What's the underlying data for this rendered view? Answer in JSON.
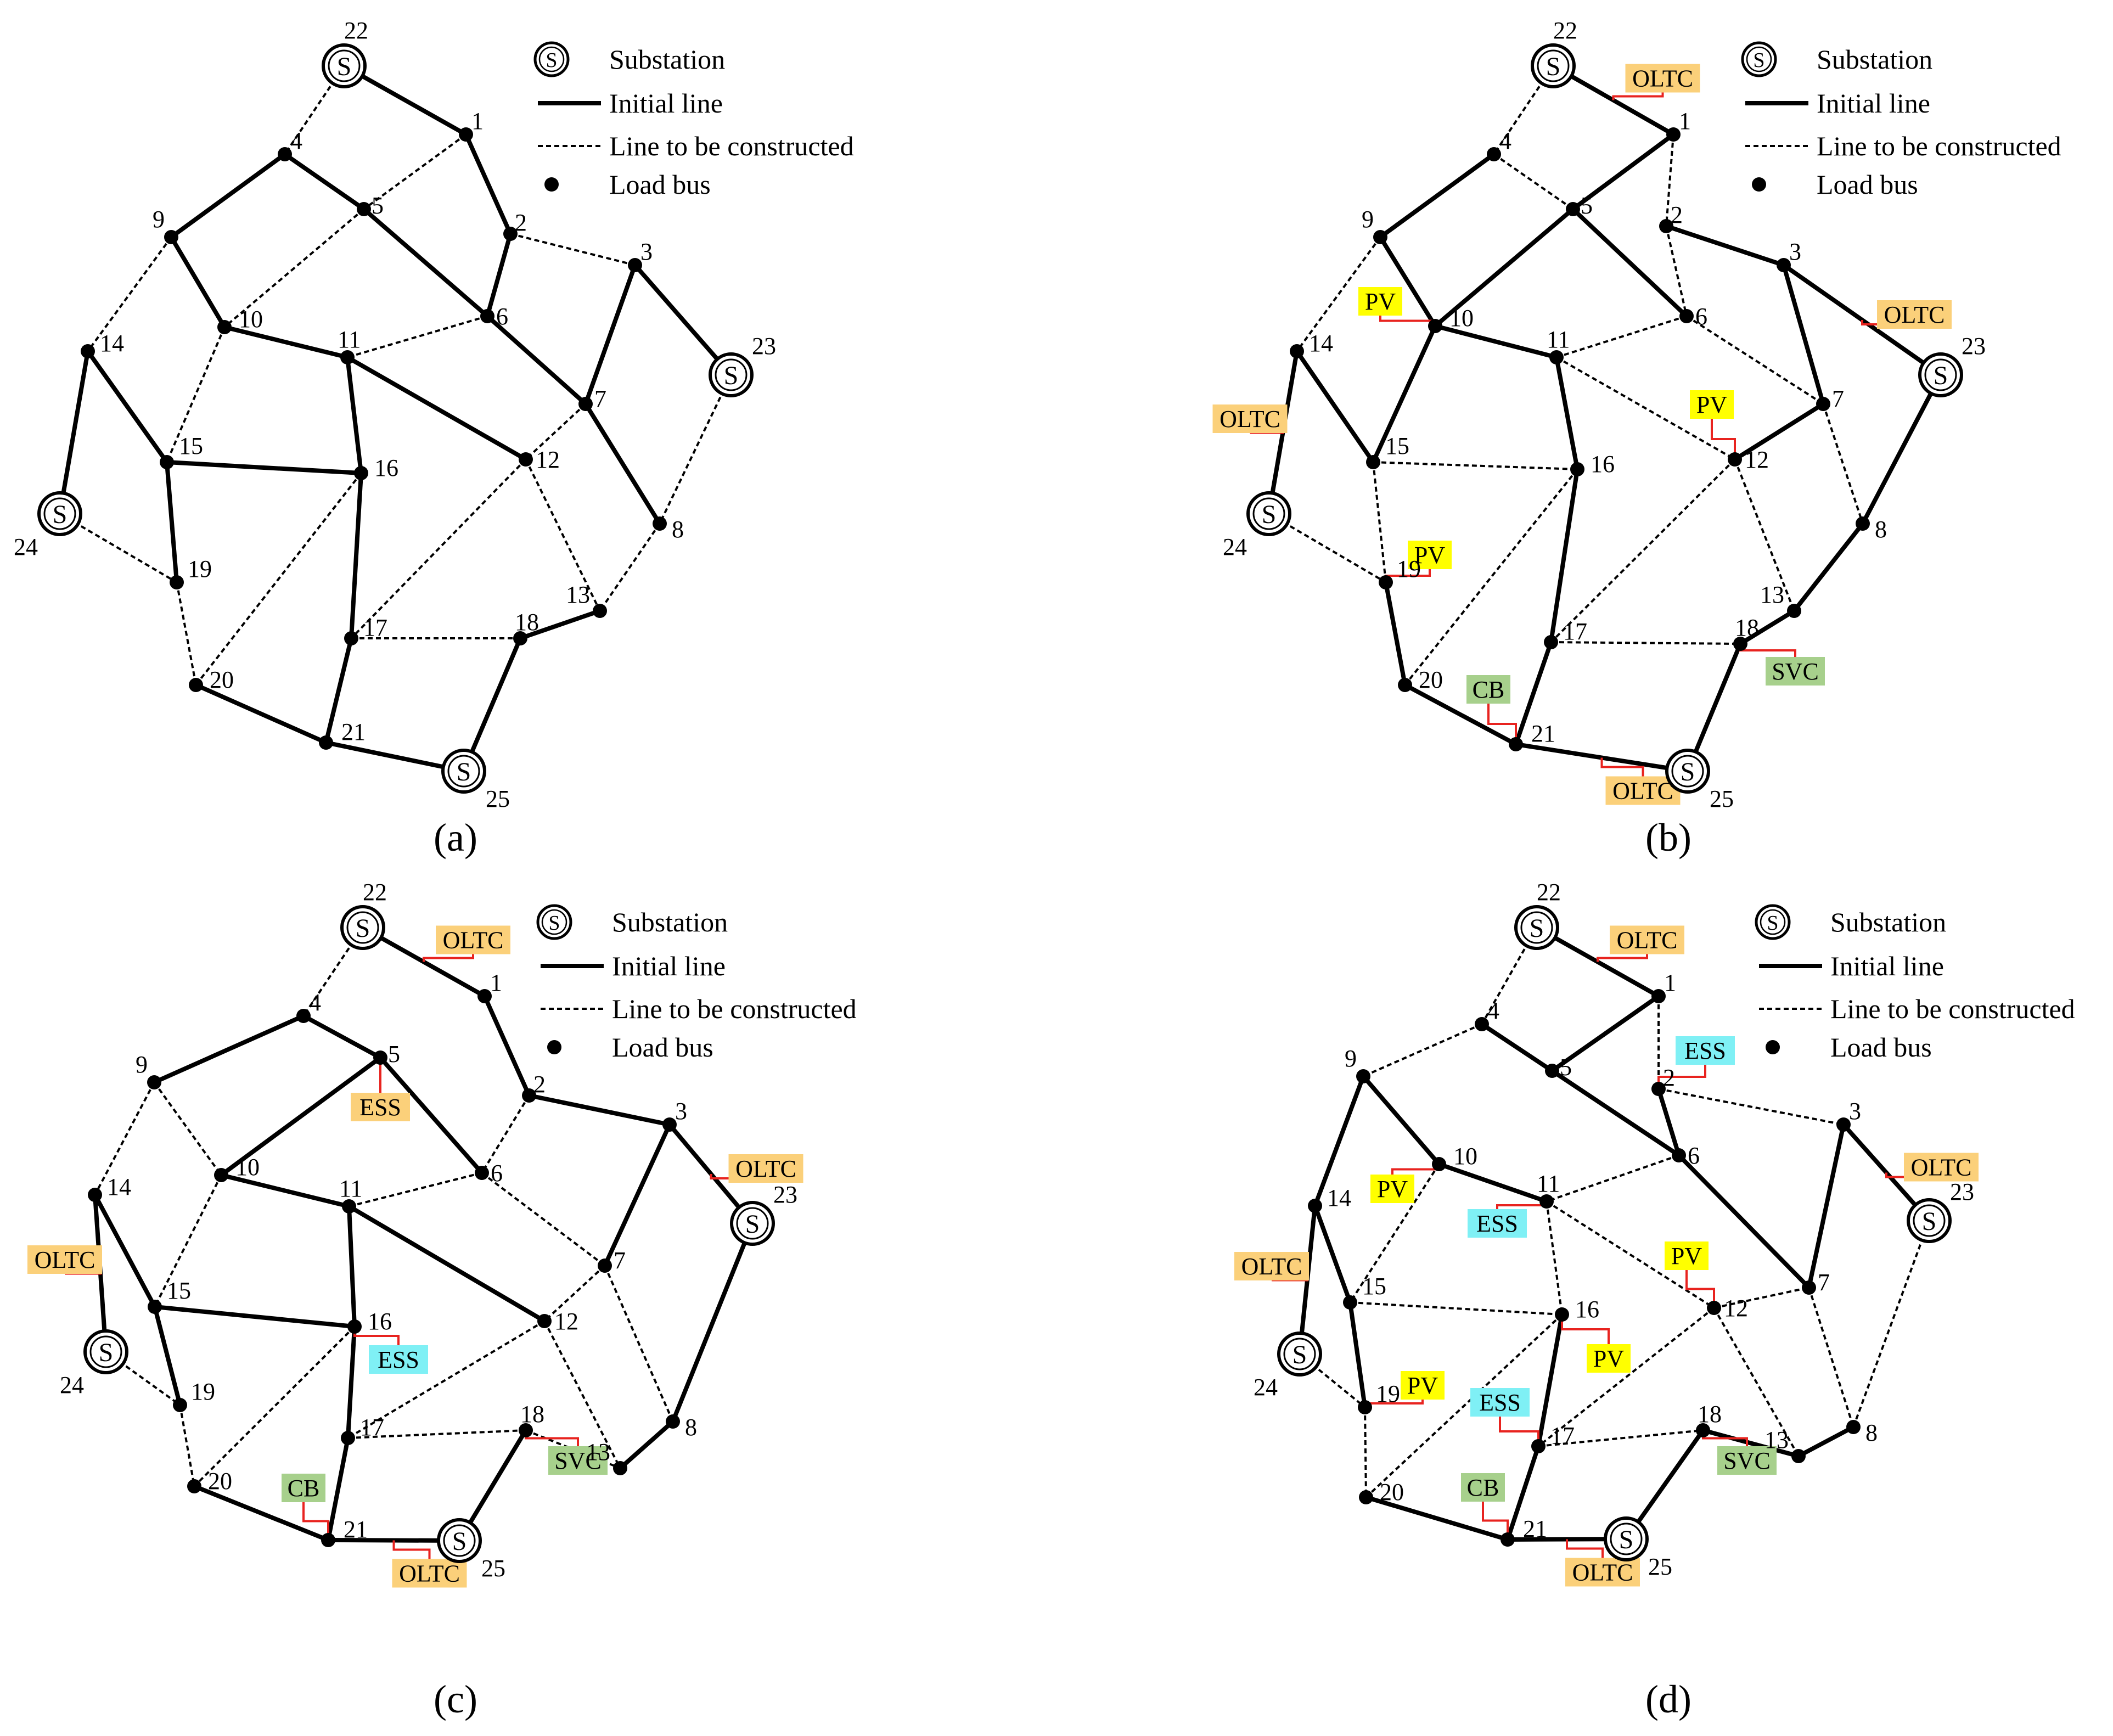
{
  "legend": {
    "substation_symbol": "S",
    "substation": "Substation",
    "initial_line": "Initial line",
    "line_to_be_constructed": "Line to be constructed",
    "load_bus": "Load bus"
  },
  "colors": {
    "OLTC": "#fbd07a",
    "PV": "#ffff00",
    "ESS": "#7ff0f5",
    "SVC": "#a7d08c",
    "CB": "#a7d08c",
    "connector": "#e8231f",
    "line": "#000000"
  },
  "nodes": [
    "1",
    "2",
    "3",
    "4",
    "5",
    "6",
    "7",
    "8",
    "9",
    "10",
    "11",
    "12",
    "13",
    "14",
    "15",
    "16",
    "17",
    "18",
    "19",
    "20",
    "21",
    "22",
    "23",
    "24",
    "25"
  ],
  "substations": [
    "22",
    "23",
    "24",
    "25"
  ],
  "panels": [
    {
      "caption": "(a)",
      "initial_lines": [
        [
          "22",
          "1"
        ],
        [
          "1",
          "2"
        ],
        [
          "2",
          "6"
        ],
        [
          "4",
          "9"
        ],
        [
          "4",
          "5"
        ],
        [
          "5",
          "6"
        ],
        [
          "9",
          "10"
        ],
        [
          "10",
          "11"
        ],
        [
          "11",
          "12"
        ],
        [
          "6",
          "7"
        ],
        [
          "3",
          "7"
        ],
        [
          "3",
          "23"
        ],
        [
          "7",
          "8"
        ],
        [
          "11",
          "16"
        ],
        [
          "14",
          "15"
        ],
        [
          "15",
          "16"
        ],
        [
          "14",
          "24"
        ],
        [
          "15",
          "19"
        ],
        [
          "16",
          "17"
        ],
        [
          "17",
          "21"
        ],
        [
          "20",
          "21"
        ],
        [
          "21",
          "25"
        ],
        [
          "25",
          "18"
        ],
        [
          "18",
          "13"
        ]
      ],
      "constructed_lines": [
        [
          "22",
          "4"
        ],
        [
          "1",
          "5"
        ],
        [
          "2",
          "3"
        ],
        [
          "5",
          "10"
        ],
        [
          "6",
          "11"
        ],
        [
          "9",
          "14"
        ],
        [
          "10",
          "15"
        ],
        [
          "23",
          "8"
        ],
        [
          "7",
          "12"
        ],
        [
          "12",
          "13"
        ],
        [
          "8",
          "13"
        ],
        [
          "16",
          "20"
        ],
        [
          "12",
          "17"
        ],
        [
          "17",
          "18"
        ],
        [
          "24",
          "19"
        ],
        [
          "19",
          "20"
        ]
      ],
      "devices": []
    },
    {
      "caption": "(b)",
      "initial_lines": [
        [
          "22",
          "1"
        ],
        [
          "1",
          "5"
        ],
        [
          "4",
          "9"
        ],
        [
          "5",
          "6"
        ],
        [
          "9",
          "10"
        ],
        [
          "5",
          "10"
        ],
        [
          "10",
          "15"
        ],
        [
          "10",
          "11"
        ],
        [
          "11",
          "16"
        ],
        [
          "2",
          "3"
        ],
        [
          "3",
          "23"
        ],
        [
          "3",
          "7"
        ],
        [
          "7",
          "12"
        ],
        [
          "14",
          "15"
        ],
        [
          "14",
          "24"
        ],
        [
          "16",
          "17"
        ],
        [
          "17",
          "21"
        ],
        [
          "19",
          "20"
        ],
        [
          "20",
          "21"
        ],
        [
          "21",
          "25"
        ],
        [
          "25",
          "18"
        ],
        [
          "18",
          "13"
        ],
        [
          "13",
          "8"
        ],
        [
          "8",
          "23"
        ]
      ],
      "constructed_lines": [
        [
          "22",
          "4"
        ],
        [
          "4",
          "5"
        ],
        [
          "1",
          "2"
        ],
        [
          "2",
          "6"
        ],
        [
          "6",
          "11"
        ],
        [
          "9",
          "14"
        ],
        [
          "11",
          "12"
        ],
        [
          "6",
          "7"
        ],
        [
          "7",
          "8"
        ],
        [
          "12",
          "13"
        ],
        [
          "12",
          "17"
        ],
        [
          "15",
          "16"
        ],
        [
          "15",
          "19"
        ],
        [
          "16",
          "20"
        ],
        [
          "17",
          "18"
        ],
        [
          "24",
          "19"
        ]
      ],
      "devices": [
        {
          "label": "OLTC",
          "kind": "OLTC",
          "anchor": "edge",
          "a": "22",
          "b": "1"
        },
        {
          "label": "OLTC",
          "kind": "OLTC",
          "anchor": "edge",
          "a": "3",
          "b": "23"
        },
        {
          "label": "OLTC",
          "kind": "OLTC",
          "anchor": "edge",
          "a": "14",
          "b": "24"
        },
        {
          "label": "OLTC",
          "kind": "OLTC",
          "anchor": "edge",
          "a": "21",
          "b": "25"
        },
        {
          "label": "PV",
          "kind": "PV",
          "anchor": "10"
        },
        {
          "label": "PV",
          "kind": "PV",
          "anchor": "12"
        },
        {
          "label": "PV",
          "kind": "PV",
          "anchor": "19"
        },
        {
          "label": "SVC",
          "kind": "SVC",
          "anchor": "18"
        },
        {
          "label": "CB",
          "kind": "CB",
          "anchor": "21"
        }
      ]
    },
    {
      "caption": "(c)",
      "initial_lines": [
        [
          "22",
          "1"
        ],
        [
          "1",
          "2"
        ],
        [
          "4",
          "9"
        ],
        [
          "4",
          "5"
        ],
        [
          "5",
          "6"
        ],
        [
          "5",
          "10"
        ],
        [
          "10",
          "11"
        ],
        [
          "11",
          "12"
        ],
        [
          "2",
          "3"
        ],
        [
          "3",
          "7"
        ],
        [
          "3",
          "23"
        ],
        [
          "23",
          "8"
        ],
        [
          "8",
          "13"
        ],
        [
          "14",
          "24"
        ],
        [
          "14",
          "15"
        ],
        [
          "15",
          "16"
        ],
        [
          "15",
          "19"
        ],
        [
          "11",
          "16"
        ],
        [
          "16",
          "17"
        ],
        [
          "17",
          "21"
        ],
        [
          "20",
          "21"
        ],
        [
          "21",
          "25"
        ],
        [
          "25",
          "18"
        ]
      ],
      "constructed_lines": [
        [
          "22",
          "4"
        ],
        [
          "2",
          "6"
        ],
        [
          "6",
          "11"
        ],
        [
          "6",
          "7"
        ],
        [
          "9",
          "10"
        ],
        [
          "9",
          "14"
        ],
        [
          "10",
          "15"
        ],
        [
          "7",
          "8"
        ],
        [
          "7",
          "12"
        ],
        [
          "12",
          "13"
        ],
        [
          "12",
          "17"
        ],
        [
          "16",
          "20"
        ],
        [
          "17",
          "18"
        ],
        [
          "18",
          "13"
        ],
        [
          "24",
          "19"
        ],
        [
          "19",
          "20"
        ]
      ],
      "devices": [
        {
          "label": "OLTC",
          "kind": "OLTC",
          "anchor": "edge",
          "a": "22",
          "b": "1"
        },
        {
          "label": "OLTC",
          "kind": "OLTC",
          "anchor": "edge",
          "a": "3",
          "b": "23"
        },
        {
          "label": "OLTC",
          "kind": "OLTC",
          "anchor": "edge",
          "a": "14",
          "b": "24"
        },
        {
          "label": "OLTC",
          "kind": "OLTC",
          "anchor": "edge",
          "a": "21",
          "b": "25"
        },
        {
          "label": "ESS",
          "kind": "OLTC",
          "anchor": "5"
        },
        {
          "label": "ESS",
          "kind": "ESS",
          "anchor": "16"
        },
        {
          "label": "SVC",
          "kind": "SVC",
          "anchor": "18"
        },
        {
          "label": "CB",
          "kind": "CB",
          "anchor": "21"
        }
      ]
    },
    {
      "caption": "(d)",
      "initial_lines": [
        [
          "22",
          "1"
        ],
        [
          "1",
          "5"
        ],
        [
          "4",
          "5"
        ],
        [
          "5",
          "6"
        ],
        [
          "6",
          "2"
        ],
        [
          "6",
          "7"
        ],
        [
          "7",
          "3"
        ],
        [
          "3",
          "23"
        ],
        [
          "9",
          "14"
        ],
        [
          "9",
          "10"
        ],
        [
          "10",
          "11"
        ],
        [
          "14",
          "24"
        ],
        [
          "14",
          "15"
        ],
        [
          "15",
          "19"
        ],
        [
          "16",
          "17"
        ],
        [
          "17",
          "21"
        ],
        [
          "20",
          "21"
        ],
        [
          "21",
          "25"
        ],
        [
          "25",
          "18"
        ],
        [
          "18",
          "13"
        ],
        [
          "13",
          "8"
        ]
      ],
      "constructed_lines": [
        [
          "22",
          "4"
        ],
        [
          "1",
          "2"
        ],
        [
          "2",
          "3"
        ],
        [
          "4",
          "9"
        ],
        [
          "6",
          "11"
        ],
        [
          "10",
          "15"
        ],
        [
          "11",
          "16"
        ],
        [
          "11",
          "12"
        ],
        [
          "12",
          "7"
        ],
        [
          "7",
          "8"
        ],
        [
          "8",
          "23"
        ],
        [
          "12",
          "13"
        ],
        [
          "12",
          "17"
        ],
        [
          "15",
          "16"
        ],
        [
          "16",
          "20"
        ],
        [
          "17",
          "18"
        ],
        [
          "24",
          "19"
        ],
        [
          "19",
          "20"
        ]
      ],
      "devices": [
        {
          "label": "OLTC",
          "kind": "OLTC",
          "anchor": "edge",
          "a": "22",
          "b": "1"
        },
        {
          "label": "OLTC",
          "kind": "OLTC",
          "anchor": "edge",
          "a": "3",
          "b": "23"
        },
        {
          "label": "OLTC",
          "kind": "OLTC",
          "anchor": "edge",
          "a": "14",
          "b": "24"
        },
        {
          "label": "OLTC",
          "kind": "OLTC",
          "anchor": "edge",
          "a": "21",
          "b": "25"
        },
        {
          "label": "ESS",
          "kind": "ESS",
          "anchor": "2"
        },
        {
          "label": "ESS",
          "kind": "ESS",
          "anchor": "11"
        },
        {
          "label": "ESS",
          "kind": "ESS",
          "anchor": "17"
        },
        {
          "label": "PV",
          "kind": "PV",
          "anchor": "10"
        },
        {
          "label": "PV",
          "kind": "PV",
          "anchor": "12"
        },
        {
          "label": "PV",
          "kind": "PV",
          "anchor": "16"
        },
        {
          "label": "PV",
          "kind": "PV",
          "anchor": "19"
        },
        {
          "label": "SVC",
          "kind": "SVC",
          "anchor": "18"
        },
        {
          "label": "CB",
          "kind": "CB",
          "anchor": "21"
        }
      ]
    }
  ]
}
